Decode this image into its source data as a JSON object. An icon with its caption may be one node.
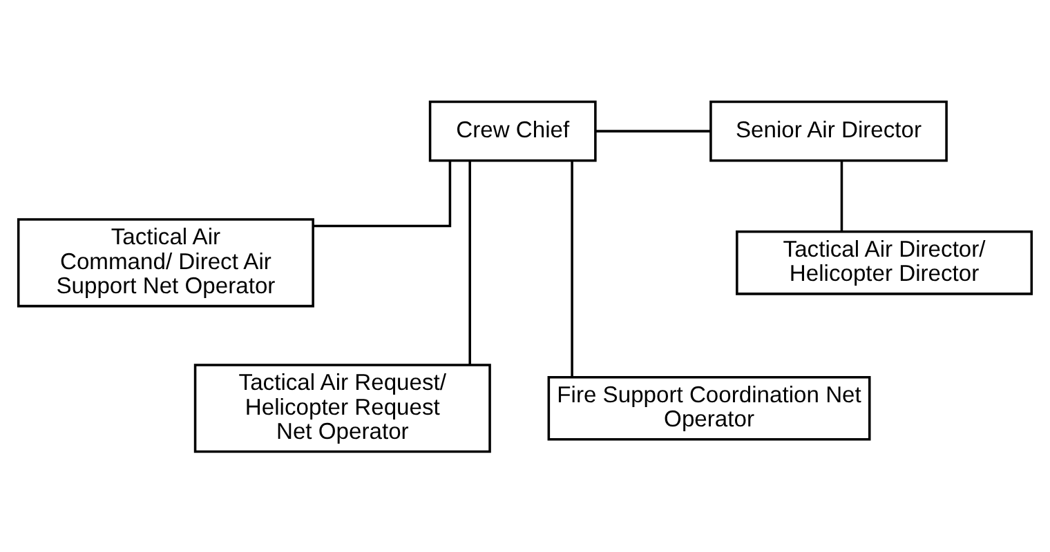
{
  "diagram": {
    "nodes": [
      {
        "text": [
          "Crew Chief"
        ]
      },
      {
        "text": [
          "Senior Air Director"
        ]
      },
      {
        "text": [
          "Tactical Air Command/ Direct Air Support Net Operator"
        ]
      },
      {
        "text": [
          "Tactical Air Director/ Helicopter Director"
        ]
      },
      {
        "text": [
          "Tactical Air Request/ Helicopter Request Net Operator"
        ]
      },
      {
        "text": [
          "Fire Support Coordination Net Operator"
        ]
      }
    ],
    "edges": [
      {
        "from": 0,
        "to": 1,
        "arrow": "none"
      },
      {
        "from": 0,
        "to": 2,
        "arrow": "none"
      },
      {
        "from": 0,
        "to": 4,
        "arrow": "none"
      },
      {
        "from": 0,
        "to": 5,
        "arrow": "none"
      },
      {
        "from": 1,
        "to": 3,
        "arrow": "none"
      }
    ]
  }
}
